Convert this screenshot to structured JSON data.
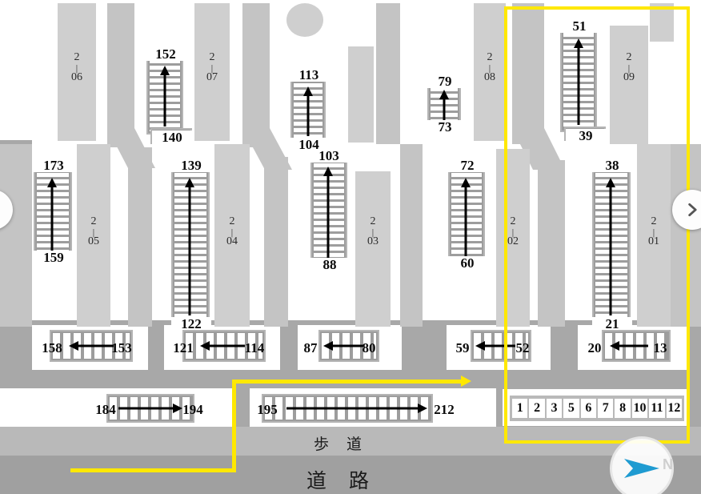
{
  "map": {
    "title": "parking-lot-floor-map",
    "captions": {
      "sidewalk": "歩 道",
      "road": "道 路"
    },
    "compass": {
      "label": "N",
      "icon": "compass-arrow-icon"
    },
    "nav": {
      "next_icon": "chevron-right-icon",
      "prev_icon": "chevron-left-icon"
    },
    "colors": {
      "highlight": "#ffe800",
      "asphalt": "#a8a8a8",
      "building": "#cfcfcf",
      "stall_block": "#9d9d9d",
      "compass_arrow": "#1f9bd1"
    }
  },
  "buildings": [
    {
      "id": "2-06",
      "line1": "2",
      "dash": "|",
      "line2": "06"
    },
    {
      "id": "2-07",
      "line1": "2",
      "dash": "|",
      "line2": "07"
    },
    {
      "id": "2-08",
      "line1": "2",
      "dash": "|",
      "line2": "08"
    },
    {
      "id": "2-09",
      "line1": "2",
      "dash": "|",
      "line2": "09"
    },
    {
      "id": "2-05",
      "line1": "2",
      "dash": "|",
      "line2": "05"
    },
    {
      "id": "2-04",
      "line1": "2",
      "dash": "|",
      "line2": "04"
    },
    {
      "id": "2-03",
      "line1": "2",
      "dash": "|",
      "line2": "03"
    },
    {
      "id": "2-02",
      "line1": "2",
      "dash": "|",
      "line2": "02"
    },
    {
      "id": "2-01",
      "line1": "2",
      "dash": "|",
      "line2": "01"
    }
  ],
  "stall_blocks": [
    {
      "name": "block-152-140",
      "direction": "up",
      "start": "140",
      "end": "152",
      "top_label": "152",
      "bottom_label": "140"
    },
    {
      "name": "block-113-104",
      "direction": "up",
      "start": "104",
      "end": "113",
      "top_label": "113",
      "bottom_label": "104"
    },
    {
      "name": "block-79-73",
      "direction": "up",
      "start": "73",
      "end": "79",
      "top_label": "79",
      "bottom_label": "73"
    },
    {
      "name": "block-51-39",
      "direction": "up",
      "start": "39",
      "end": "51",
      "top_label": "51",
      "bottom_label": "39"
    },
    {
      "name": "block-173-159",
      "direction": "up",
      "start": "159",
      "end": "173",
      "top_label": "173",
      "bottom_label": "159"
    },
    {
      "name": "block-139-122",
      "direction": "up",
      "start": "122",
      "end": "139",
      "top_label": "139",
      "bottom_label": "122"
    },
    {
      "name": "block-103-88",
      "direction": "up",
      "start": "88",
      "end": "103",
      "top_label": "103",
      "bottom_label": "88"
    },
    {
      "name": "block-72-60",
      "direction": "up",
      "start": "60",
      "end": "72",
      "top_label": "72",
      "bottom_label": "60"
    },
    {
      "name": "block-38-21",
      "direction": "up",
      "start": "21",
      "end": "38",
      "top_label": "38",
      "bottom_label": "21"
    },
    {
      "name": "block-158-153",
      "direction": "left",
      "start": "153",
      "end": "158",
      "left_label": "158",
      "right_label": "153"
    },
    {
      "name": "block-121-114",
      "direction": "left",
      "start": "114",
      "end": "121",
      "left_label": "121",
      "right_label": "114"
    },
    {
      "name": "block-87-80",
      "direction": "left",
      "start": "80",
      "end": "87",
      "left_label": "87",
      "right_label": "80"
    },
    {
      "name": "block-59-52",
      "direction": "left",
      "start": "52",
      "end": "59",
      "left_label": "59",
      "right_label": "52"
    },
    {
      "name": "block-20-13",
      "direction": "left",
      "start": "13",
      "end": "20",
      "left_label": "20",
      "right_label": "13"
    },
    {
      "name": "block-184-194",
      "direction": "right",
      "start": "184",
      "end": "194",
      "left_label": "184",
      "right_label": "194"
    },
    {
      "name": "block-195-212",
      "direction": "right",
      "start": "195",
      "end": "212",
      "left_label": "195",
      "right_label": "212"
    }
  ],
  "numbered_row": {
    "name": "visitor-stall-row",
    "stalls": [
      "1",
      "2",
      "3",
      "5",
      "6",
      "7",
      "8",
      "10",
      "11",
      "12"
    ]
  }
}
